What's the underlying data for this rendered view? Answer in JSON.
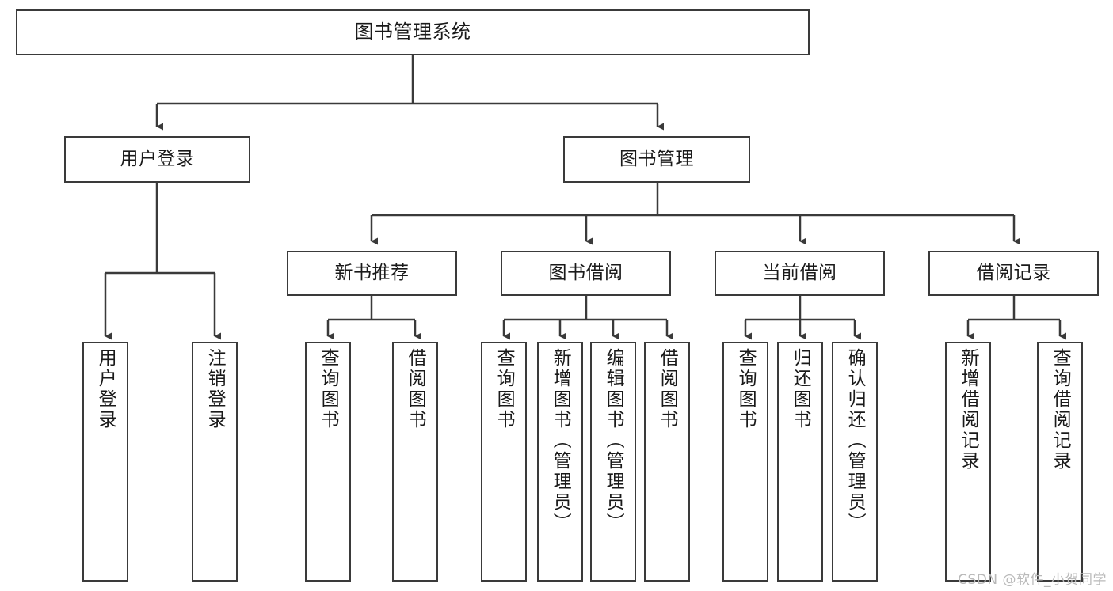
{
  "diagram": {
    "type": "tree",
    "title": "图书管理系统",
    "root": {
      "id": "root",
      "label": "图书管理系统"
    },
    "level2": [
      {
        "id": "user-login",
        "label": "用户登录"
      },
      {
        "id": "book-manage",
        "label": "图书管理"
      }
    ],
    "level3": [
      {
        "id": "new-book-recommend",
        "label": "新书推荐",
        "parent": "book-manage"
      },
      {
        "id": "book-borrow",
        "label": "图书借阅",
        "parent": "book-manage"
      },
      {
        "id": "current-borrow",
        "label": "当前借阅",
        "parent": "book-manage"
      },
      {
        "id": "borrow-record",
        "label": "借阅记录",
        "parent": "book-manage"
      }
    ],
    "leaves": [
      {
        "id": "leaf-user-login",
        "label": "用户登录",
        "parent": "user-login"
      },
      {
        "id": "leaf-user-logout",
        "label": "注销登录",
        "parent": "user-login"
      },
      {
        "id": "leaf-query-book-1",
        "label": "查询图书",
        "parent": "new-book-recommend"
      },
      {
        "id": "leaf-borrow-book-1",
        "label": "借阅图书",
        "parent": "new-book-recommend"
      },
      {
        "id": "leaf-query-book-2",
        "label": "查询图书",
        "parent": "book-borrow"
      },
      {
        "id": "leaf-add-book",
        "label": "新增图书（管理员）",
        "parent": "book-borrow"
      },
      {
        "id": "leaf-edit-book",
        "label": "编辑图书（管理员）",
        "parent": "book-borrow"
      },
      {
        "id": "leaf-borrow-book-2",
        "label": "借阅图书",
        "parent": "book-borrow"
      },
      {
        "id": "leaf-query-book-3",
        "label": "查询图书",
        "parent": "current-borrow"
      },
      {
        "id": "leaf-return-book",
        "label": "归还图书",
        "parent": "current-borrow"
      },
      {
        "id": "leaf-confirm-return",
        "label": "确认归还（管理员）",
        "parent": "current-borrow"
      },
      {
        "id": "leaf-add-record",
        "label": "新增借阅记录",
        "parent": "borrow-record"
      },
      {
        "id": "leaf-query-record",
        "label": "查询借阅记录",
        "parent": "borrow-record"
      }
    ],
    "colors": {
      "stroke": "#3a3a3a",
      "fill": "#ffffff",
      "text": "#1a1a1a",
      "watermark": "#b9b9b9"
    }
  },
  "watermark": {
    "text": "CSDN @软件_小贺同学"
  }
}
